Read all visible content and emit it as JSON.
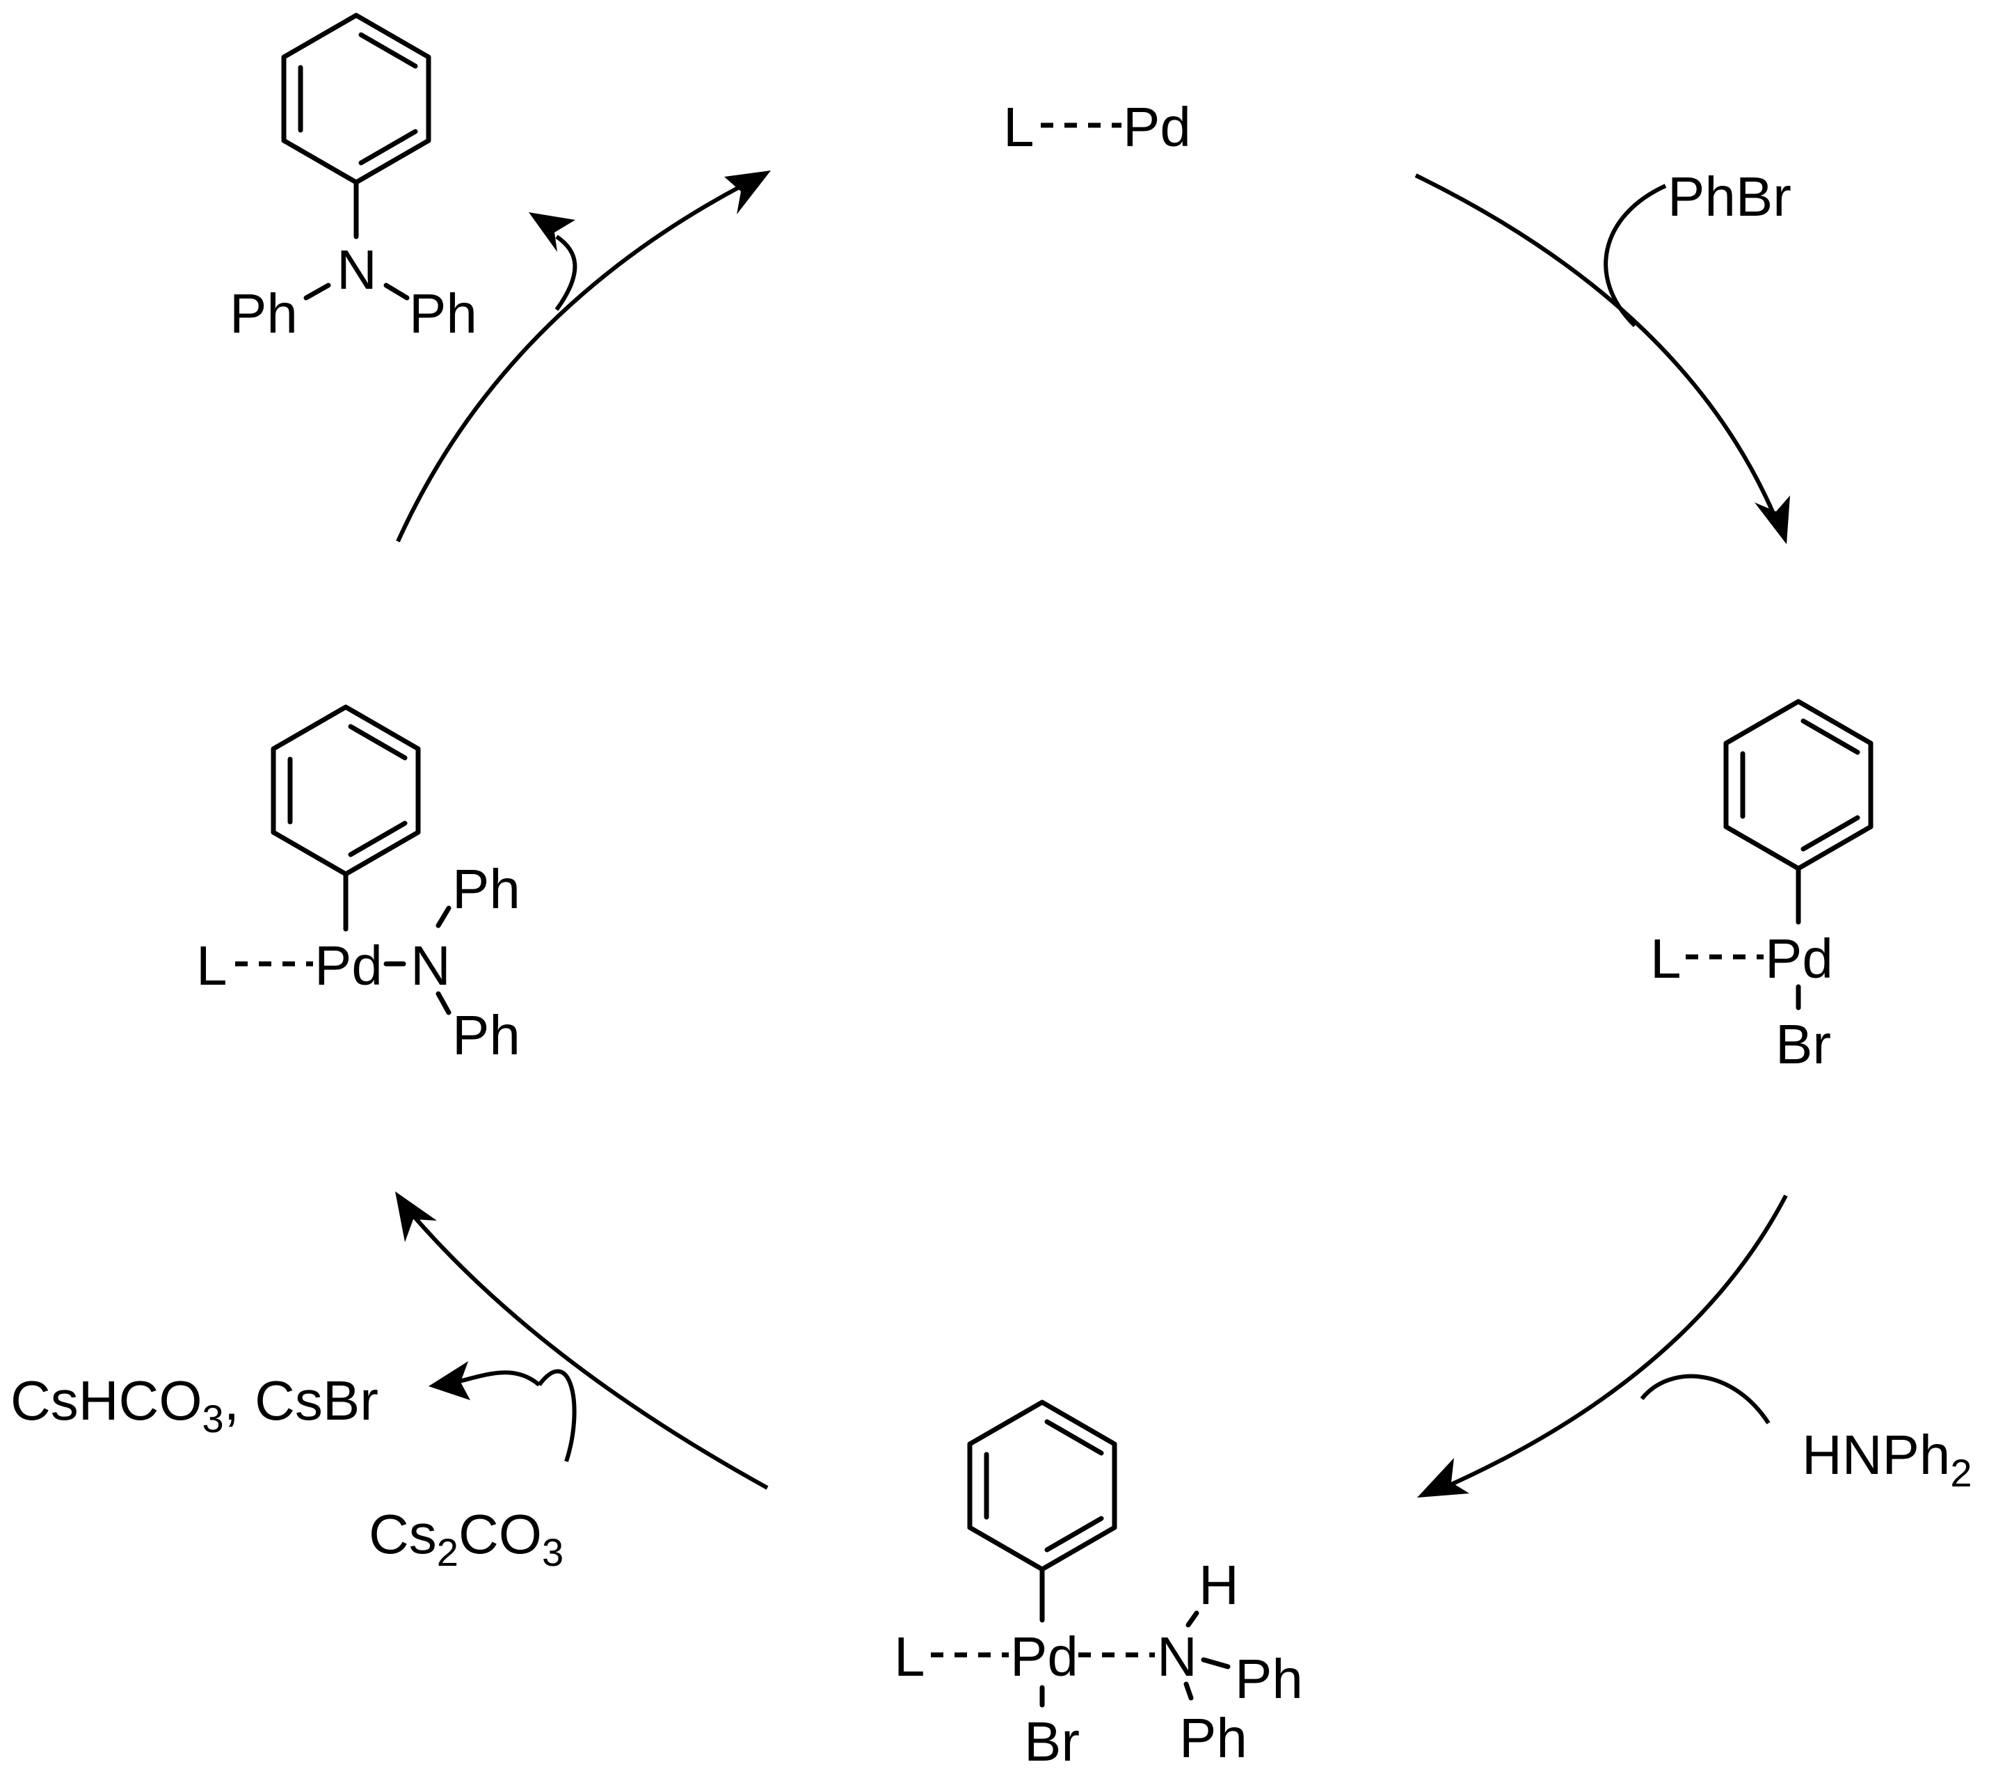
{
  "species": {
    "catalyst": {
      "L": "L",
      "metal": "Pd"
    },
    "aryl_bromide": "PhBr",
    "oxidative_addition_complex": {
      "L": "L",
      "metal": "Pd",
      "halide": "Br"
    },
    "amine": "HNPh",
    "amine_sub": "2",
    "amine_complex": {
      "L": "L",
      "metal": "Pd",
      "halide": "Br",
      "H": "H",
      "N": "N",
      "ph1": "Ph",
      "ph2": "Ph"
    },
    "base": {
      "p1": "Cs",
      "s1": "2",
      "p2": "CO",
      "s2": "3"
    },
    "byproducts": {
      "p1": "CsHCO",
      "s1": "3",
      "p2": ", CsBr"
    },
    "amido_complex": {
      "L": "L",
      "metal": "Pd",
      "N": "N",
      "ph1": "Ph",
      "ph2": "Ph"
    },
    "product": {
      "N": "N",
      "ph1": "Ph",
      "ph2": "Ph"
    }
  }
}
